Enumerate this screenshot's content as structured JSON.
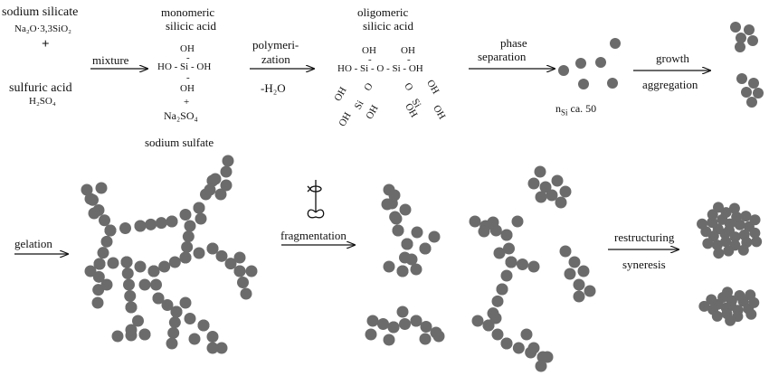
{
  "reactants": {
    "sodium_silicate": "sodium silicate",
    "sodium_silicate_formula": "Na₂O·3,3SiO₂",
    "plus": "+",
    "sulfuric_acid": "sulfuric acid",
    "sulfuric_acid_formula": "H₂SO₄"
  },
  "steps": {
    "mixture": "mixture",
    "polymerization_1": "polymeri-",
    "polymerization_2": "zation",
    "water_loss": "-H₂O",
    "phase_1": "phase",
    "phase_2": "separation",
    "growth": "growth",
    "aggregation": "aggregation",
    "gelation": "gelation",
    "fragmentation": "fragmentation",
    "restructuring": "restructuring",
    "syneresis": "syneresis"
  },
  "monomer": {
    "title_1": "monomeric",
    "title_2": "silicic acid",
    "oh_top": "OH",
    "bond": "-",
    "middle": "HO - Si - OH",
    "oh_bottom": "OH",
    "plus": "+",
    "sulfate_formula": "Na₂SO₄",
    "sulfate_name": "sodium sulfate"
  },
  "oligomer": {
    "title_1": "oligomeric",
    "title_2": "silicic acid",
    "oh": "OH",
    "main_chain": "HO - Si - O - Si - OH",
    "bond": "-",
    "o": "O",
    "si": "Si"
  },
  "particle_note": "n",
  "particle_note_sub": "Si",
  "particle_note_tail": "ca. 50",
  "colors": {
    "particle": "#6b6b6b",
    "line": "#111111"
  },
  "icons": {
    "stirrer": "stirrer-icon"
  }
}
